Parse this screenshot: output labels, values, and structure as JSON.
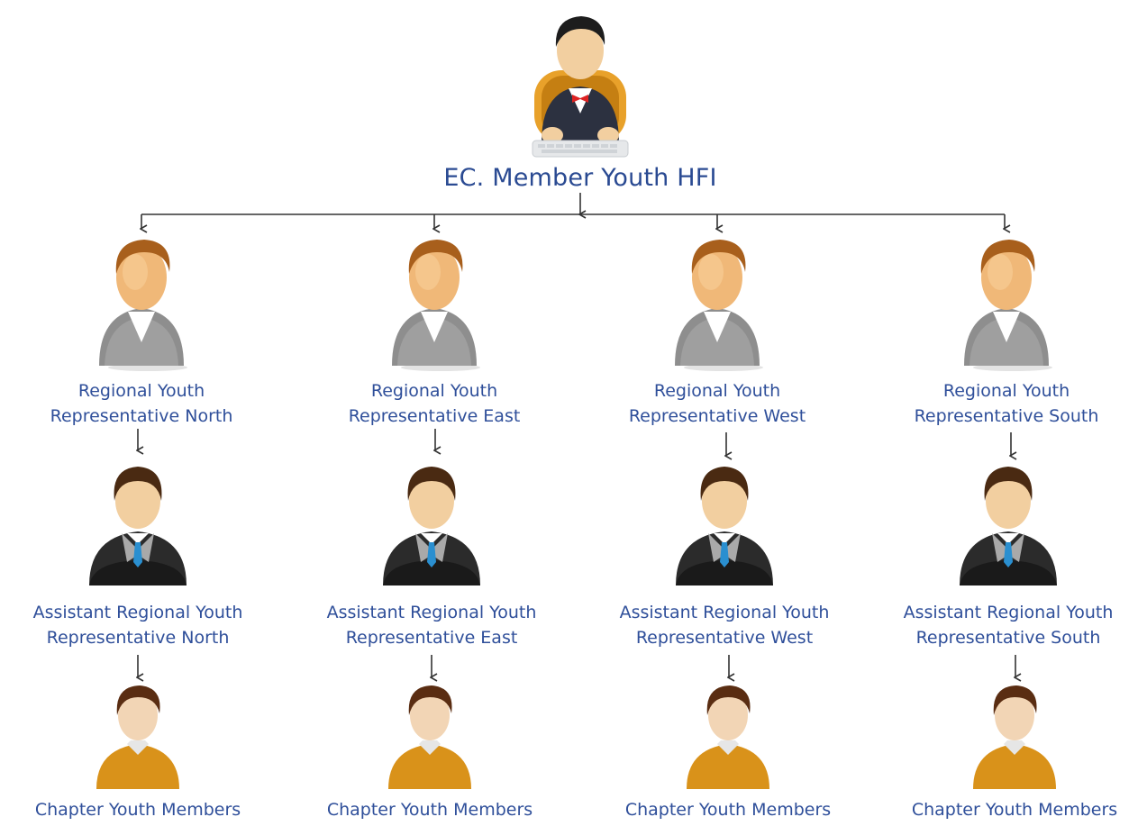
{
  "top": {
    "title": "EC. Member Youth HFI"
  },
  "columns": [
    {
      "region": {
        "line1": "Regional Youth",
        "line2": "Representative North"
      },
      "assistant": {
        "line1": "Assistant Regional Youth",
        "line2": "Representative North"
      },
      "chapter": {
        "label": "Chapter Youth Members"
      }
    },
    {
      "region": {
        "line1": "Regional Youth",
        "line2": "Representative East"
      },
      "assistant": {
        "line1": "Assistant Regional Youth",
        "line2": "Representative East"
      },
      "chapter": {
        "label": "Chapter Youth Members"
      }
    },
    {
      "region": {
        "line1": "Regional Youth",
        "line2": "Representative West"
      },
      "assistant": {
        "line1": "Assistant Regional Youth",
        "line2": "Representative West"
      },
      "chapter": {
        "label": "Chapter Youth Members"
      }
    },
    {
      "region": {
        "line1": "Regional Youth",
        "line2": "Representative South"
      },
      "assistant": {
        "line1": "Assistant Regional Youth",
        "line2": "Representative South"
      },
      "chapter": {
        "label": "Chapter Youth Members"
      }
    }
  ],
  "icons": {
    "top": "executive-at-desk-icon",
    "region": "grey-suit-person-icon",
    "assistant": "dark-suit-tie-person-icon",
    "chapter": "orange-shirt-person-icon"
  },
  "colors": {
    "label_text": "#2f4f9a",
    "connector": "#333333",
    "suit_grey": "#8e8e8e",
    "suit_dark": "#2b2b2b",
    "shirt_orange": "#d9921a",
    "skin": "#f2cfa0",
    "tie_blue": "#2a8fd0",
    "chair_orange": "#e8a12a"
  }
}
